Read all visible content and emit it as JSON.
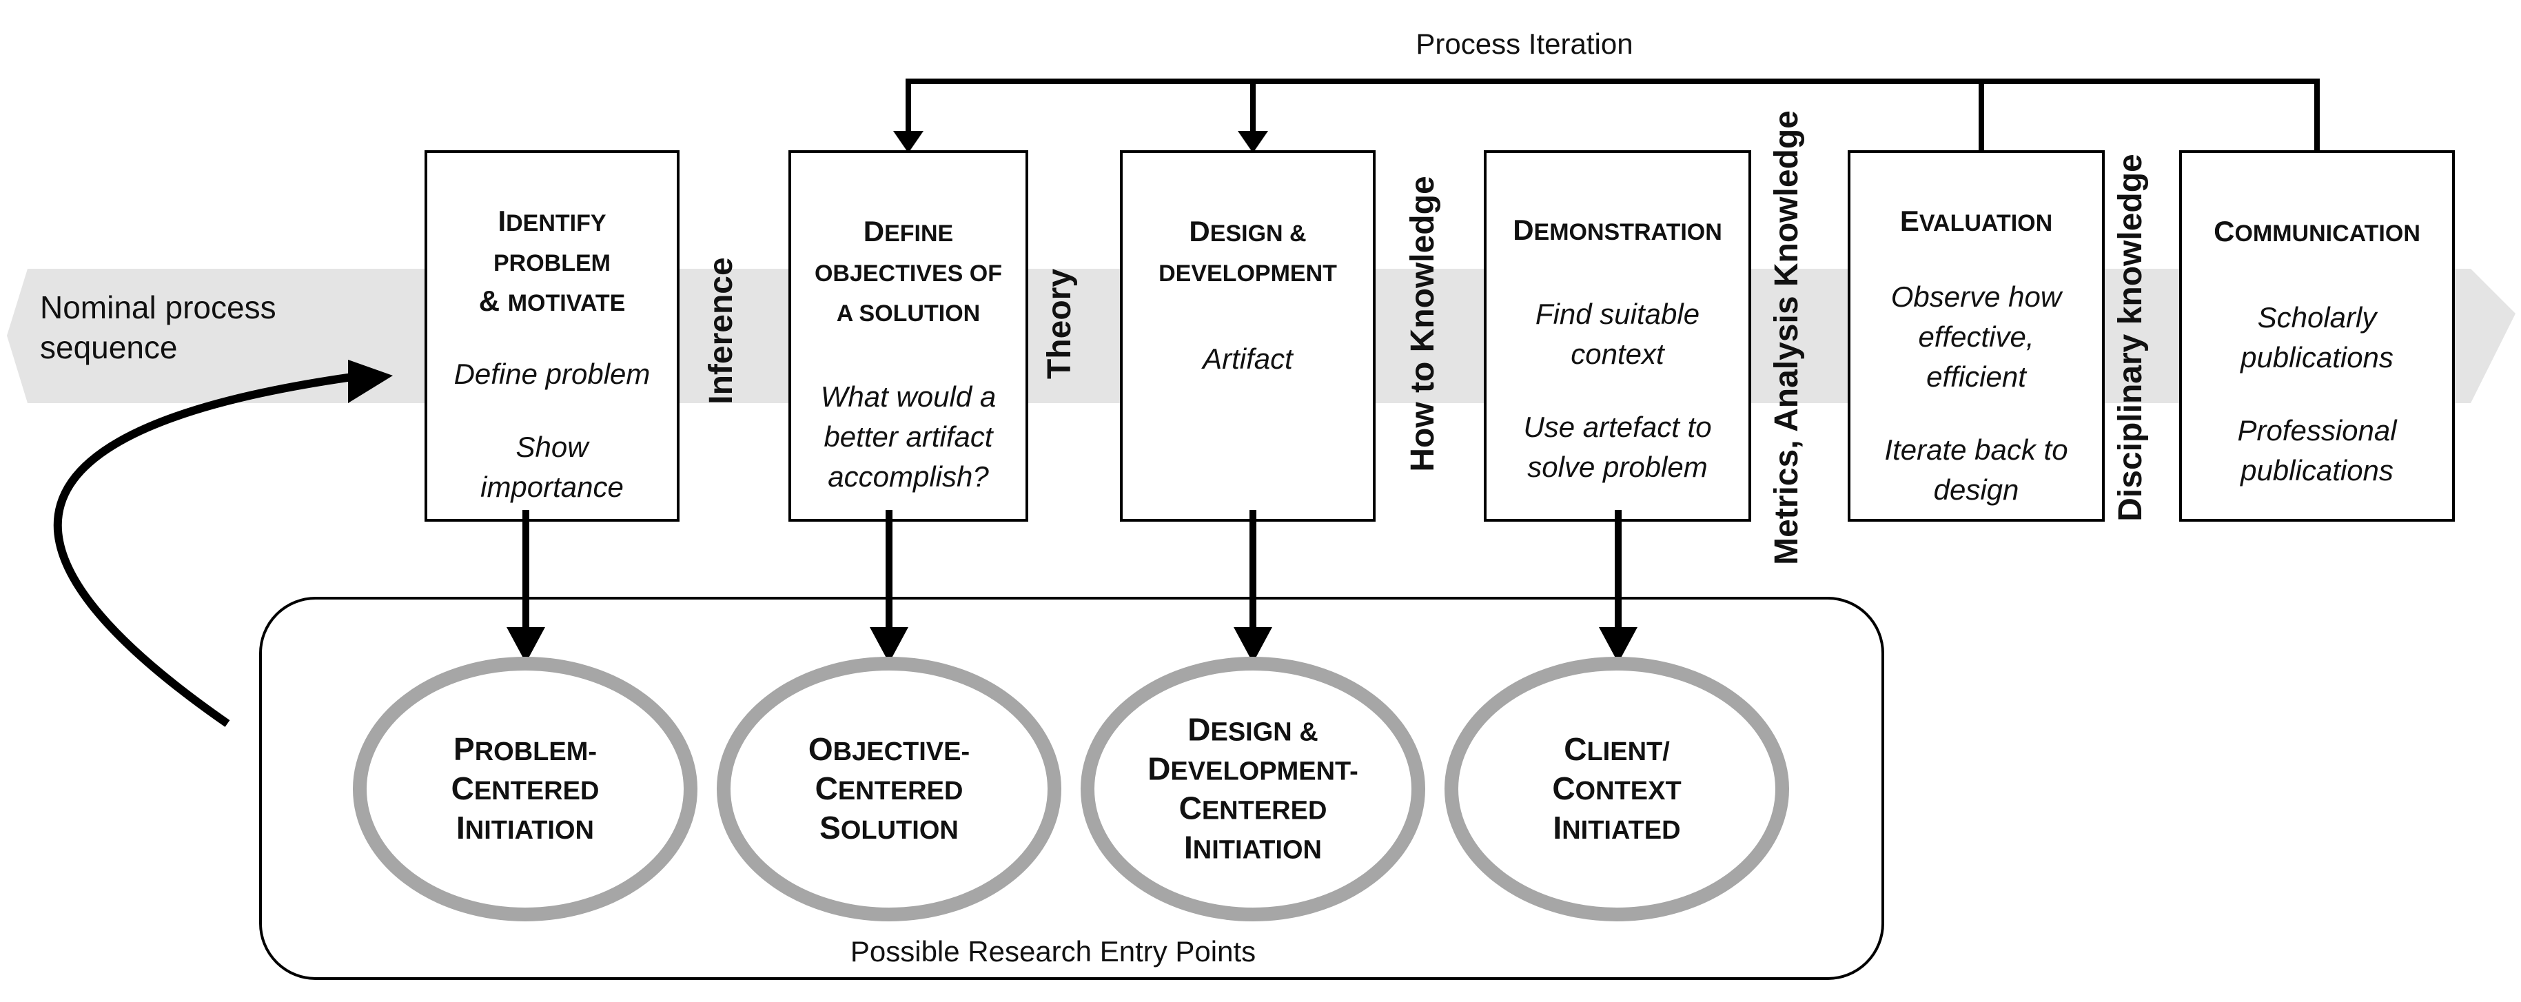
{
  "top_label": "Process Iteration",
  "bottom_label": "Possible Research Entry Points",
  "nominal": [
    "Nominal process",
    "sequence"
  ],
  "activities": [
    {
      "title": [
        [
          "I",
          "DENTIFY"
        ],
        [
          "",
          "PROBLEM"
        ],
        [
          "& ",
          "MOTIVATE"
        ]
      ],
      "body": [
        "Define problem",
        "",
        "Show",
        "importance"
      ]
    },
    {
      "title": [
        [
          "D",
          "EFINE"
        ],
        [
          "",
          "OBJECTIVES OF"
        ],
        [
          "",
          "A SOLUTION"
        ]
      ],
      "body": [
        "What would a",
        "better artifact",
        "accomplish?"
      ]
    },
    {
      "title": [
        [
          "D",
          "ESIGN &"
        ],
        [
          "",
          "DEVELOPMENT"
        ]
      ],
      "body": [
        "Artifact"
      ]
    },
    {
      "title": [
        [
          "D",
          "EMONSTRATION"
        ]
      ],
      "body": [
        "Find suitable",
        "context",
        "",
        "Use artefact to",
        "solve problem"
      ]
    },
    {
      "title": [
        [
          "E",
          "VALUATION"
        ]
      ],
      "body": [
        "Observe how",
        "effective,",
        "efficient",
        "",
        "Iterate back to",
        "design"
      ]
    },
    {
      "title": [
        [
          "C",
          "OMMUNICATION"
        ]
      ],
      "body": [
        "Scholarly",
        "publications",
        "",
        "Professional",
        "publications"
      ]
    }
  ],
  "connectors": [
    "Inference",
    "Theory",
    "How to Knowledge",
    "Metrics, Analysis Knowledge",
    "Disciplinary knowledge"
  ],
  "entry_points": [
    {
      "lines": [
        [
          "P",
          "ROBLEM-"
        ],
        [
          "C",
          "ENTERED"
        ],
        [
          "I",
          "NITIATION"
        ]
      ]
    },
    {
      "lines": [
        [
          "O",
          "BJECTIVE-"
        ],
        [
          "C",
          "ENTERED"
        ],
        [
          "S",
          "OLUTION"
        ]
      ]
    },
    {
      "lines": [
        [
          "D",
          "ESIGN &"
        ],
        [
          "D",
          "EVELOPMENT-"
        ],
        [
          "C",
          "ENTERED"
        ],
        [
          "I",
          "NITIATION"
        ]
      ]
    },
    {
      "lines": [
        [
          "C",
          "LIENT/"
        ],
        [
          "C",
          "ONTEXT"
        ],
        [
          "I",
          "NITIATED"
        ]
      ]
    }
  ]
}
